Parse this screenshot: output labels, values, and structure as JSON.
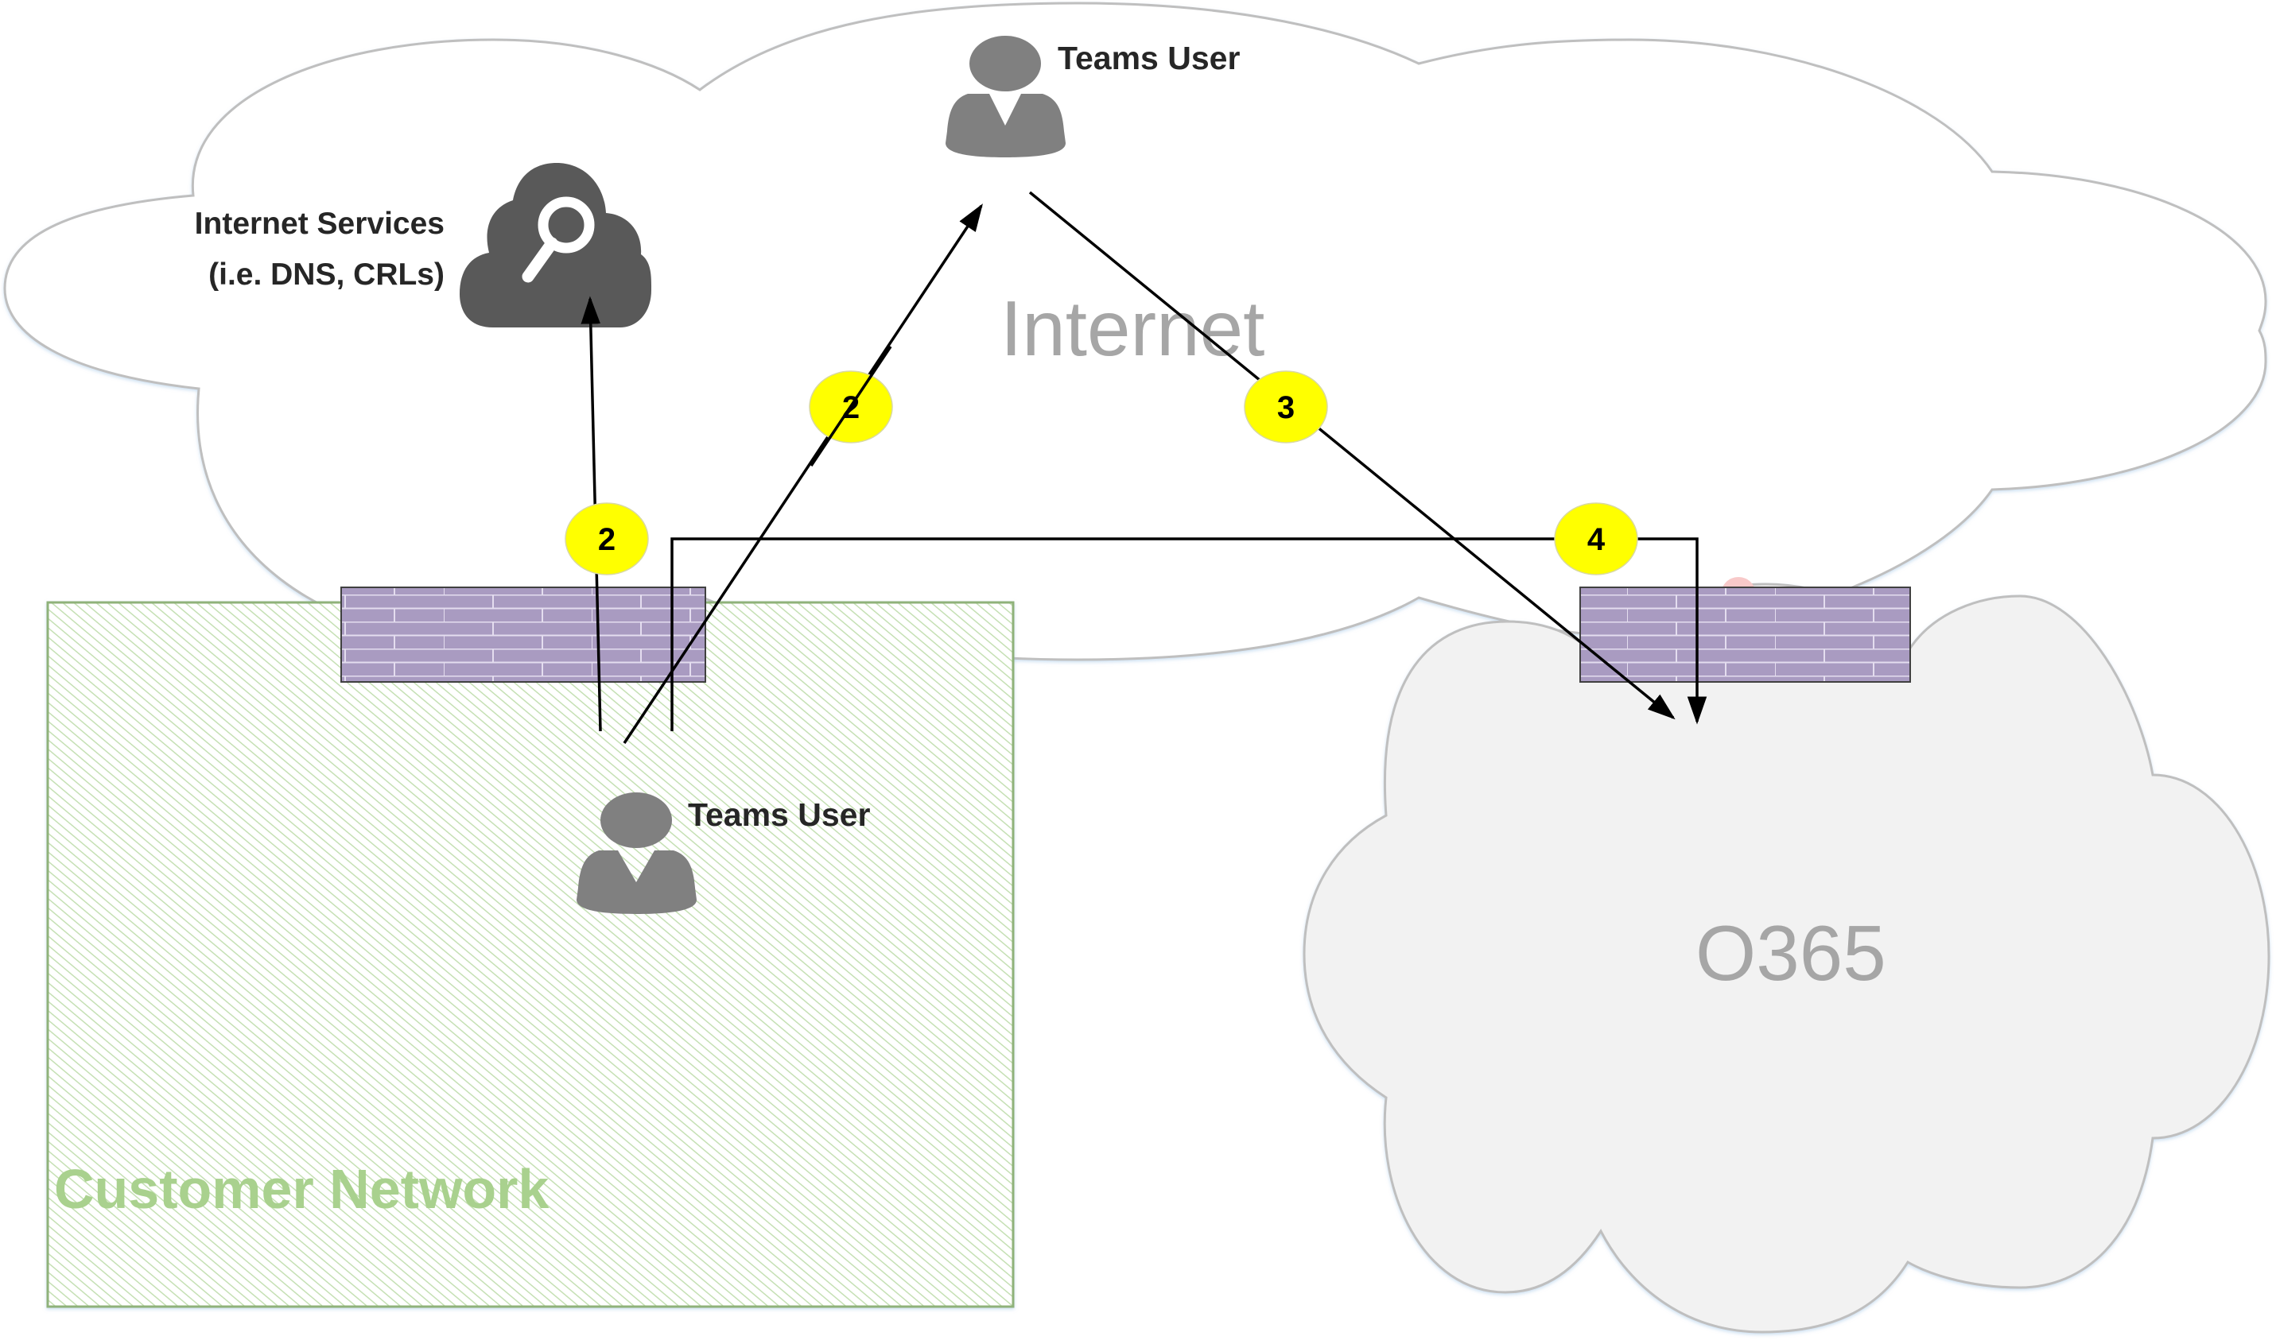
{
  "diagram": {
    "zones": {
      "internet": {
        "label": "Internet"
      },
      "o365": {
        "label": "O365"
      },
      "customer_network": {
        "label": "Customer Network"
      }
    },
    "nodes": {
      "internet_services": {
        "line1": "Internet Services",
        "line2": "(i.e. DNS, CRLs)",
        "icon": "cloud-search-icon"
      },
      "teams_user_internet": {
        "label": "Teams User",
        "icon": "user-icon"
      },
      "teams_user_customer": {
        "label": "Teams User",
        "icon": "user-icon"
      }
    },
    "firewalls": [
      {
        "name": "customer-firewall",
        "icon": "firewall-brick-icon"
      },
      {
        "name": "o365-firewall",
        "icon": "firewall-brick-icon"
      }
    ],
    "badges": [
      {
        "id": "badge-2-dns",
        "label": "2"
      },
      {
        "id": "badge-2-internet-user",
        "label": "2"
      },
      {
        "id": "badge-3",
        "label": "3"
      },
      {
        "id": "badge-4",
        "label": "4"
      }
    ],
    "flows": [
      {
        "step": "2",
        "from": "Teams User (Customer Network)",
        "to": "Internet Services"
      },
      {
        "step": "2",
        "from": "Teams User (Customer Network)",
        "to": "Teams User (Internet)"
      },
      {
        "step": "3",
        "from": "Teams User (Internet)",
        "to": "O365"
      },
      {
        "step": "4",
        "from": "Teams User (Customer Network)",
        "to": "O365"
      }
    ],
    "colors": {
      "badge_fill": "#ffff00",
      "firewall_fill": "#a99bc1",
      "customer_network_fill": "#a9d18e",
      "o365_fill": "#f2f2f2",
      "user_icon": "#808080",
      "service_icon": "#595959"
    }
  }
}
